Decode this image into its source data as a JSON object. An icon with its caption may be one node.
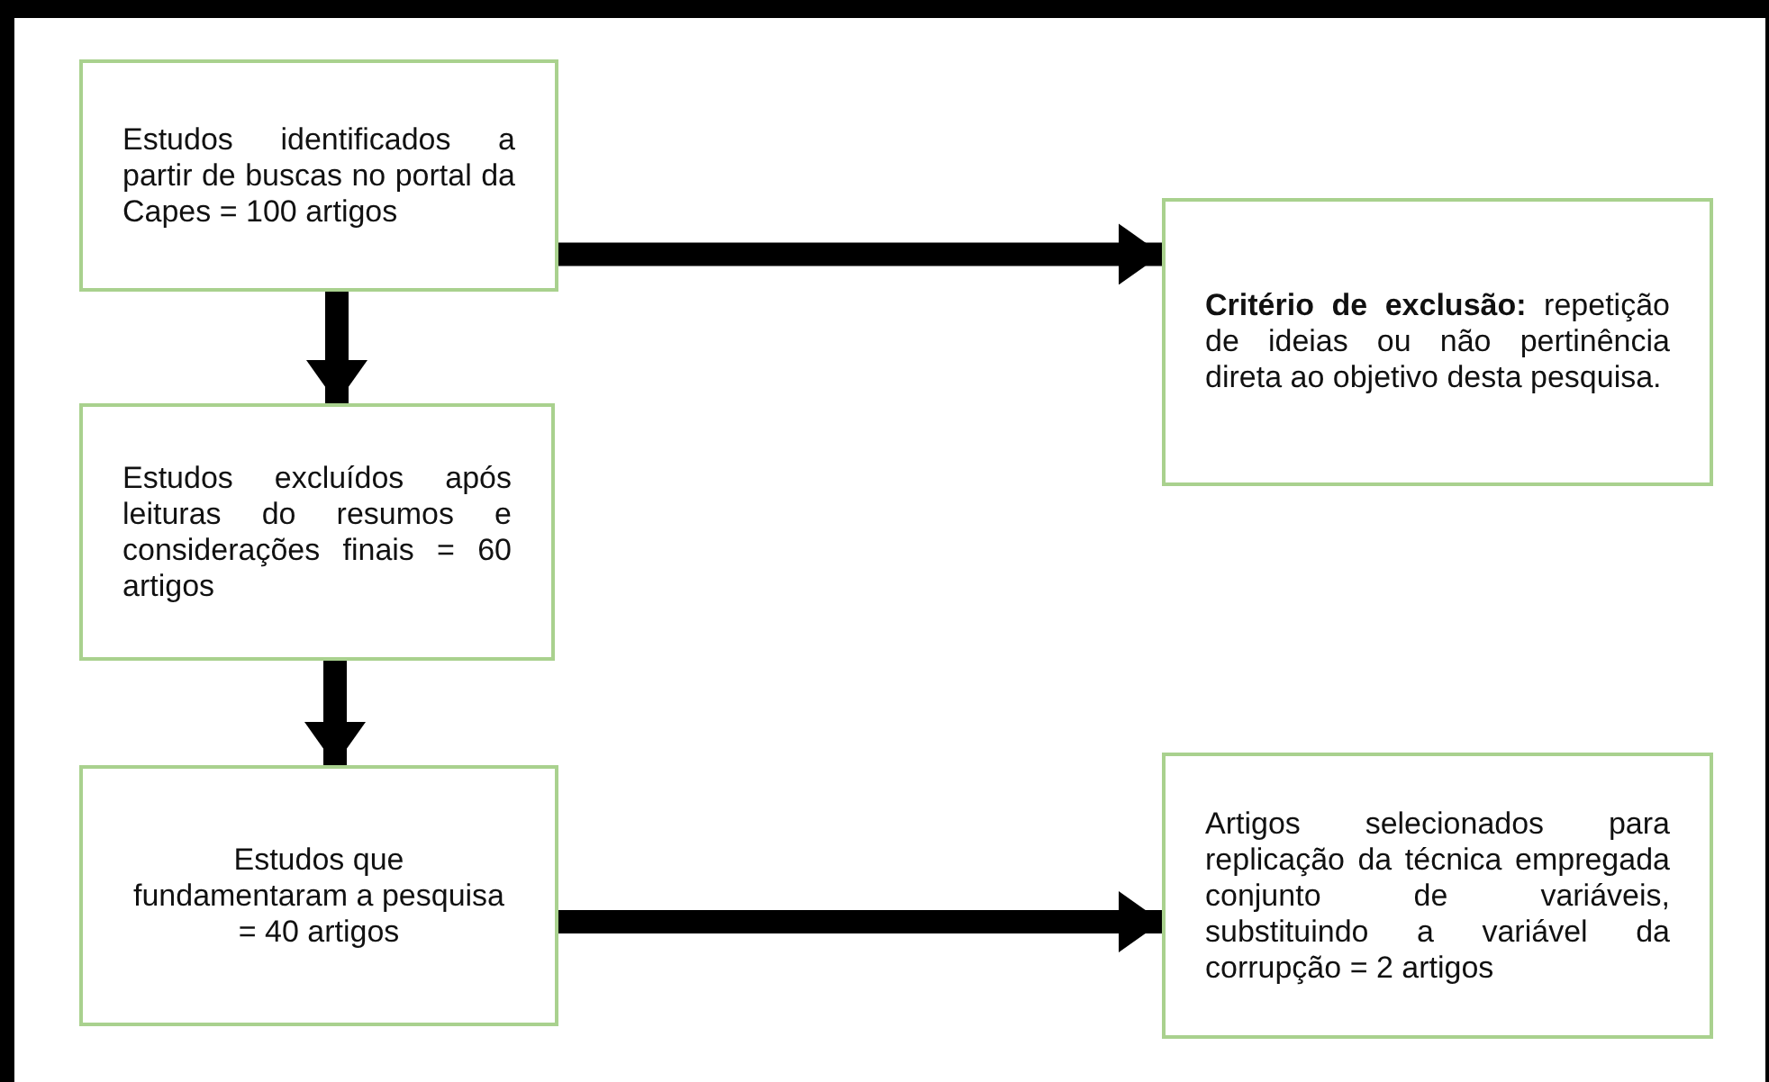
{
  "diagram": {
    "nodes": [
      {
        "text": [
          "Estudos identificados a partir de buscas no portal da Capes = 100 artigos"
        ]
      },
      {
        "text": [
          "Estudos excluídos após leituras do resumos e considerações finais = 60 artigos"
        ]
      },
      {
        "text": [
          "Estudos que fundamentaram a pesquisa = 40 artigos"
        ]
      },
      {
        "text": [
          "**Critério de exclusão:** repetição de ideias ou não pertinência direta ao objetivo desta pesquisa."
        ]
      },
      {
        "text": [
          "Artigos selecionados para replicação da técnica empregada conjunto de variáveis, substituindo a variável da corrupção = 2 artigos"
        ]
      }
    ],
    "edges": [
      {
        "from": 0,
        "to": 1,
        "arrow": "to"
      },
      {
        "from": 1,
        "to": 2,
        "arrow": "to"
      },
      {
        "from": 0,
        "to": 3,
        "arrow": "to"
      },
      {
        "from": 2,
        "to": 4,
        "arrow": "to"
      }
    ]
  }
}
